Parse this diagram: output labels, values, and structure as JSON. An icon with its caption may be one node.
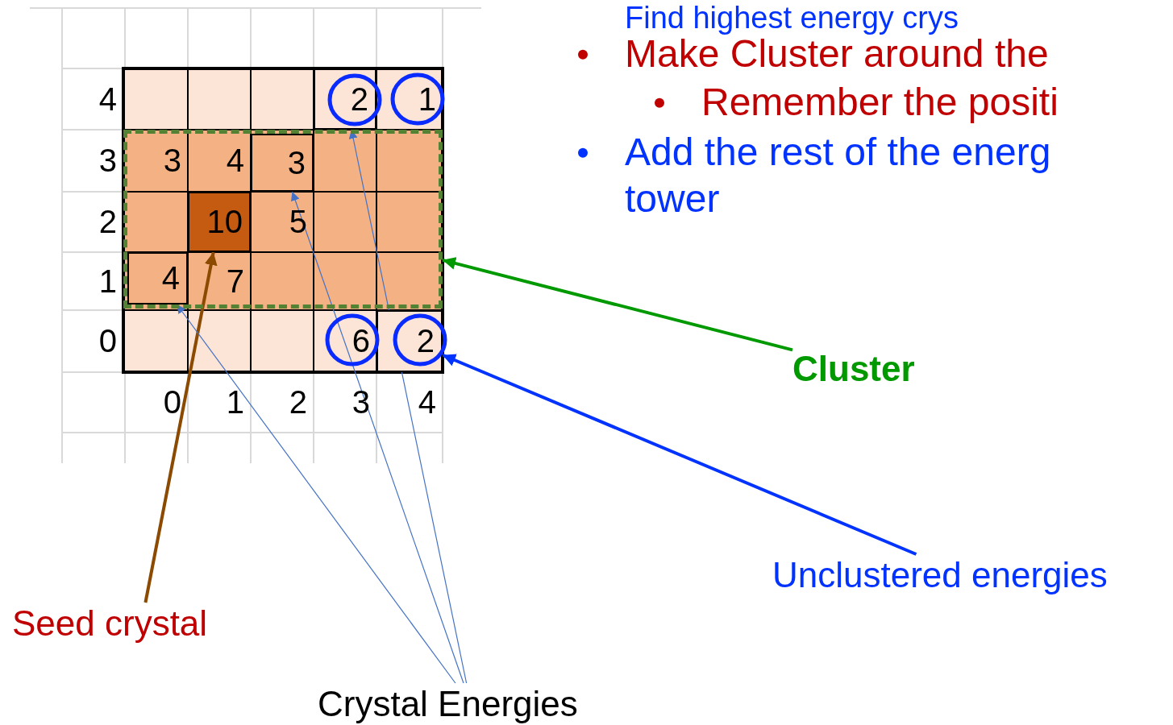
{
  "diagram": {
    "nodes": [
      {
        "text": [
          "2"
        ]
      },
      {
        "text": [],
        "shape": "box"
      },
      {
        "text": [
          "3"
        ],
        "in": 1
      },
      {
        "text": [
          "10"
        ],
        "in": 1
      },
      {
        "text": [
          "4"
        ],
        "in": 1
      },
      {
        "text": [
          "2"
        ]
      },
      {
        "text": [
          "Cluster"
        ]
      },
      {
        "text": [
          "Unclustered energies"
        ]
      },
      {
        "text": [
          "Seed crystal"
        ]
      },
      {
        "text": [
          "Crystal Energies"
        ]
      }
    ],
    "edges": [
      {
        "from": 6,
        "to": 1,
        "arrow": "to",
        "style": "thick",
        "color": "#009900"
      },
      {
        "from": 7,
        "to": 5,
        "arrow": "to",
        "style": "thick",
        "color": "#0033ff"
      },
      {
        "from": 8,
        "to": 3,
        "arrow": "to",
        "style": "thick",
        "color": "#8b4a00"
      },
      {
        "from": 9,
        "to": 4,
        "arrow": "to"
      },
      {
        "from": 9,
        "to": 2,
        "arrow": "to"
      },
      {
        "from": 9,
        "to": 0,
        "arrow": "to"
      }
    ],
    "labels": [
      "Find highest energy crys",
      "Make Cluster around the",
      "Remember the positi",
      "Add the rest of the energ tower",
      "4",
      "1",
      "3",
      "3",
      "4",
      "2",
      "5",
      "1",
      "7",
      "0",
      "6",
      "0",
      "1",
      "2",
      "3",
      "4"
    ]
  }
}
